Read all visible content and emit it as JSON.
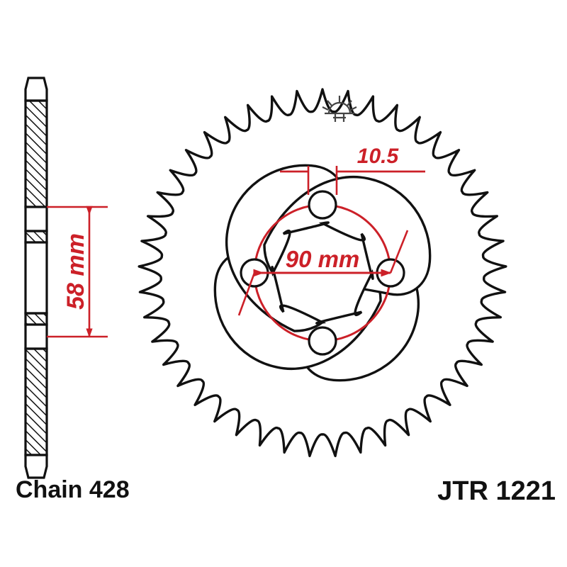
{
  "drawing": {
    "type": "engineering-drawing",
    "subject": "motorcycle rear sprocket",
    "views": {
      "section": {
        "name": "side-section-view",
        "description": "hatched vertical cross section of sprocket rim"
      },
      "front": {
        "name": "front-view",
        "description": "face view of sprocket showing teeth, spokes, lightening holes and bolt holes"
      }
    },
    "teeth_count": 45,
    "bolt_holes": 4,
    "lightening_holes": 4
  },
  "dimensions": {
    "bolt_hole_diameter": {
      "value": "10.5",
      "name": "bolt-hole-diameter"
    },
    "bolt_circle": {
      "value": "90 mm",
      "name": "bolt-circle-diameter"
    },
    "hub_thickness": {
      "value": "58 mm",
      "name": "hub-bolt-spacing"
    }
  },
  "labels": {
    "chain": "Chain 428",
    "part_number": "JTR 1221"
  },
  "symbols": {
    "surface_finish": "surface-finish-symbol"
  },
  "colors": {
    "line": "#111111",
    "dimension": "#cc2028",
    "background": "#ffffff"
  }
}
